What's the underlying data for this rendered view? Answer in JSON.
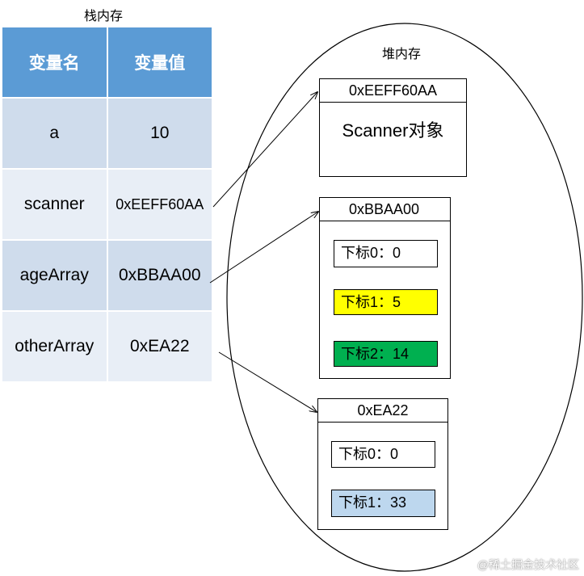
{
  "stack": {
    "title": "栈内存",
    "headers": [
      "变量名",
      "变量值"
    ],
    "rows": [
      {
        "name": "a",
        "value": "10"
      },
      {
        "name": "scanner",
        "value": "0xEEFF60AA"
      },
      {
        "name": "ageArray",
        "value": "0xBBAA00"
      },
      {
        "name": "otherArray",
        "value": "0xEA22"
      }
    ]
  },
  "heap": {
    "title": "堆内存",
    "scanner_obj": {
      "address": "0xEEFF60AA",
      "label": "Scanner对象"
    },
    "age_array": {
      "address": "0xBBAA00",
      "elements": [
        "下标0：0",
        "下标1：5",
        "下标2：14"
      ]
    },
    "other_array": {
      "address": "0xEA22",
      "elements": [
        "下标0：0",
        "下标1：33"
      ]
    }
  },
  "colors": {
    "header_blue": "#5b9bd5",
    "row_dark": "#cfdcec",
    "row_light": "#e8eef6",
    "yellow": "#ffff00",
    "green": "#00b050",
    "light_blue": "#bdd7ee"
  },
  "watermark": "@稀土掘金技术社区"
}
